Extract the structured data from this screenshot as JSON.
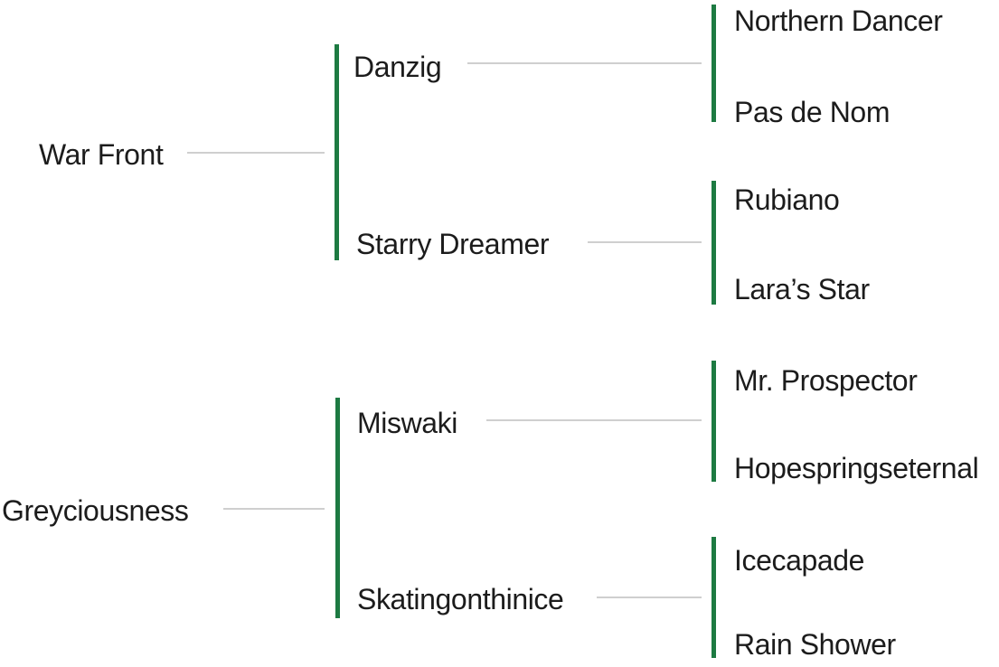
{
  "pedigree": {
    "sire": {
      "name": "War Front",
      "sire": {
        "name": "Danzig",
        "sire": {
          "name": "Northern Dancer"
        },
        "dam": {
          "name": "Pas de Nom"
        }
      },
      "dam": {
        "name": "Starry Dreamer",
        "sire": {
          "name": "Rubiano"
        },
        "dam": {
          "name": "Lara’s Star"
        }
      }
    },
    "dam": {
      "name": "Greyciousness",
      "sire": {
        "name": "Miswaki",
        "sire": {
          "name": "Mr. Prospector"
        },
        "dam": {
          "name": "Hopespringseternal"
        }
      },
      "dam": {
        "name": "Skatingonthinice",
        "sire": {
          "name": "Icecapade"
        },
        "dam": {
          "name": "Rain Shower"
        }
      }
    }
  },
  "colors": {
    "bracket_green": "#1d7a42",
    "connector_gray": "#cfcfcf",
    "text": "#1c1c1c",
    "background": "#ffffff"
  }
}
